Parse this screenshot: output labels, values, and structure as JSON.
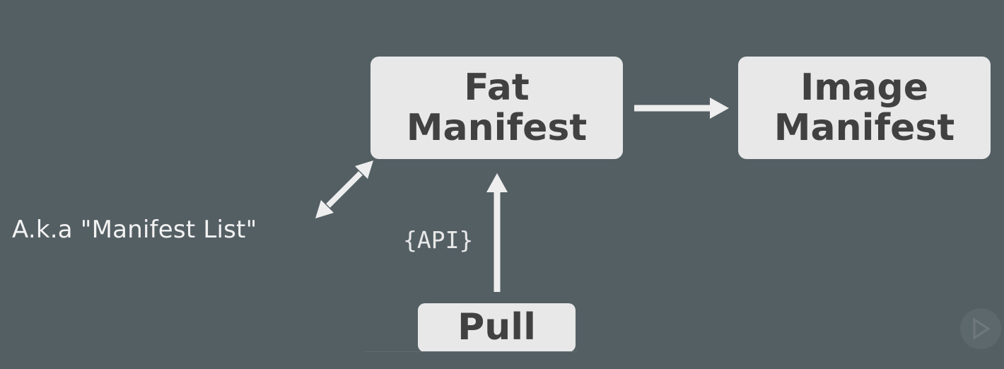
{
  "nodes": {
    "fat_manifest": {
      "line1": "Fat",
      "line2": "Manifest"
    },
    "image_manifest": {
      "line1": "Image",
      "line2": "Manifest"
    },
    "pull": {
      "label": "Pull"
    }
  },
  "labels": {
    "aka": "A.k.a \"Manifest List\"",
    "api": "{API}"
  },
  "icons": {
    "watermark": "play-icon"
  },
  "colors": {
    "background": "#545f64",
    "box_fill": "#e8e8e8",
    "box_text": "#414141",
    "arrow": "#eeeeee"
  }
}
